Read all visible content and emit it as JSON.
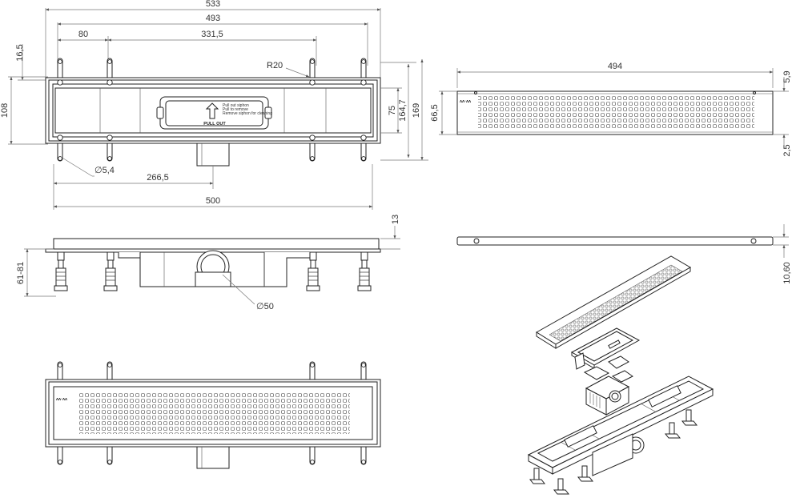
{
  "drawing": {
    "top_view": {
      "dim_overall_width": "533",
      "dim_body_width": "493",
      "dim_left_offset": "80",
      "dim_center_span": "331,5",
      "dim_edge": "16,5",
      "dim_height_108": "108",
      "dim_radius": "R20",
      "dim_75": "75",
      "dim_164_7": "164,7",
      "dim_169": "169",
      "dim_hole": "∅5,4",
      "dim_outlet_offset": "266,5",
      "dim_bottom_width": "500",
      "label_pull_out": "PULL OUT",
      "label_small_1": "Pull out siphon",
      "label_small_2": "Pull to remove",
      "label_small_3": "Remove siphon for cleaning"
    },
    "grate_view": {
      "dim_width": "494",
      "dim_height": "66,5",
      "dim_top": "5,9",
      "dim_bottom": "2,5",
      "dim_thickness": "10,60"
    },
    "side_view": {
      "dim_13": "13",
      "dim_height_range": "61-81",
      "dim_outlet": "∅50"
    }
  }
}
